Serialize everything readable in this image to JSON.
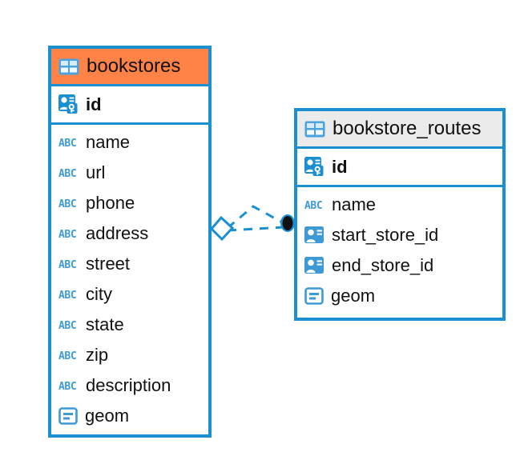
{
  "diagram": {
    "type": "er-diagram",
    "background_color": "#ffffff",
    "entity_border_color": "#1a8fd1",
    "relationship_line_color": "#1a8fd1",
    "entities": [
      {
        "name": "bookstores",
        "header_icon": "table-icon",
        "header_color": "#ff8347",
        "selected": true,
        "key_fields": [
          {
            "label": "id",
            "icon": "primary-key-icon",
            "bold": true
          }
        ],
        "fields": [
          {
            "label": "name",
            "icon": "abc-text-icon"
          },
          {
            "label": "url",
            "icon": "abc-text-icon"
          },
          {
            "label": "phone",
            "icon": "abc-text-icon"
          },
          {
            "label": "address",
            "icon": "abc-text-icon"
          },
          {
            "label": "street",
            "icon": "abc-text-icon"
          },
          {
            "label": "city",
            "icon": "abc-text-icon"
          },
          {
            "label": "state",
            "icon": "abc-text-icon"
          },
          {
            "label": "zip",
            "icon": "abc-text-icon"
          },
          {
            "label": "description",
            "icon": "abc-text-icon"
          },
          {
            "label": "geom",
            "icon": "geometry-icon"
          }
        ]
      },
      {
        "name": "bookstore_routes",
        "header_icon": "table-icon",
        "header_color": "#ebebeb",
        "selected": false,
        "key_fields": [
          {
            "label": "id",
            "icon": "primary-key-icon",
            "bold": true
          }
        ],
        "fields": [
          {
            "label": "name",
            "icon": "abc-text-icon"
          },
          {
            "label": "start_store_id",
            "icon": "foreign-key-icon"
          },
          {
            "label": "end_store_id",
            "icon": "foreign-key-icon"
          },
          {
            "label": "geom",
            "icon": "geometry-icon"
          }
        ]
      }
    ],
    "relationship": {
      "from_entity": "bookstores",
      "to_entity": "bookstore_routes",
      "line_style": "dashed",
      "source_marker": "diamond-outline",
      "target_marker": "filled-circle",
      "target_marker_color": "#111111"
    }
  }
}
